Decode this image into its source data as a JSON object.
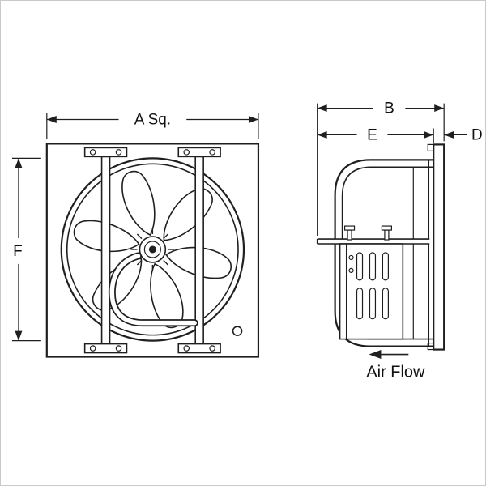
{
  "dimensions": {
    "a_label": "A Sq.",
    "b_label": "B",
    "e_label": "E",
    "d_label": "D",
    "f_label": "F"
  },
  "annotations": {
    "air_flow": "Air Flow"
  }
}
